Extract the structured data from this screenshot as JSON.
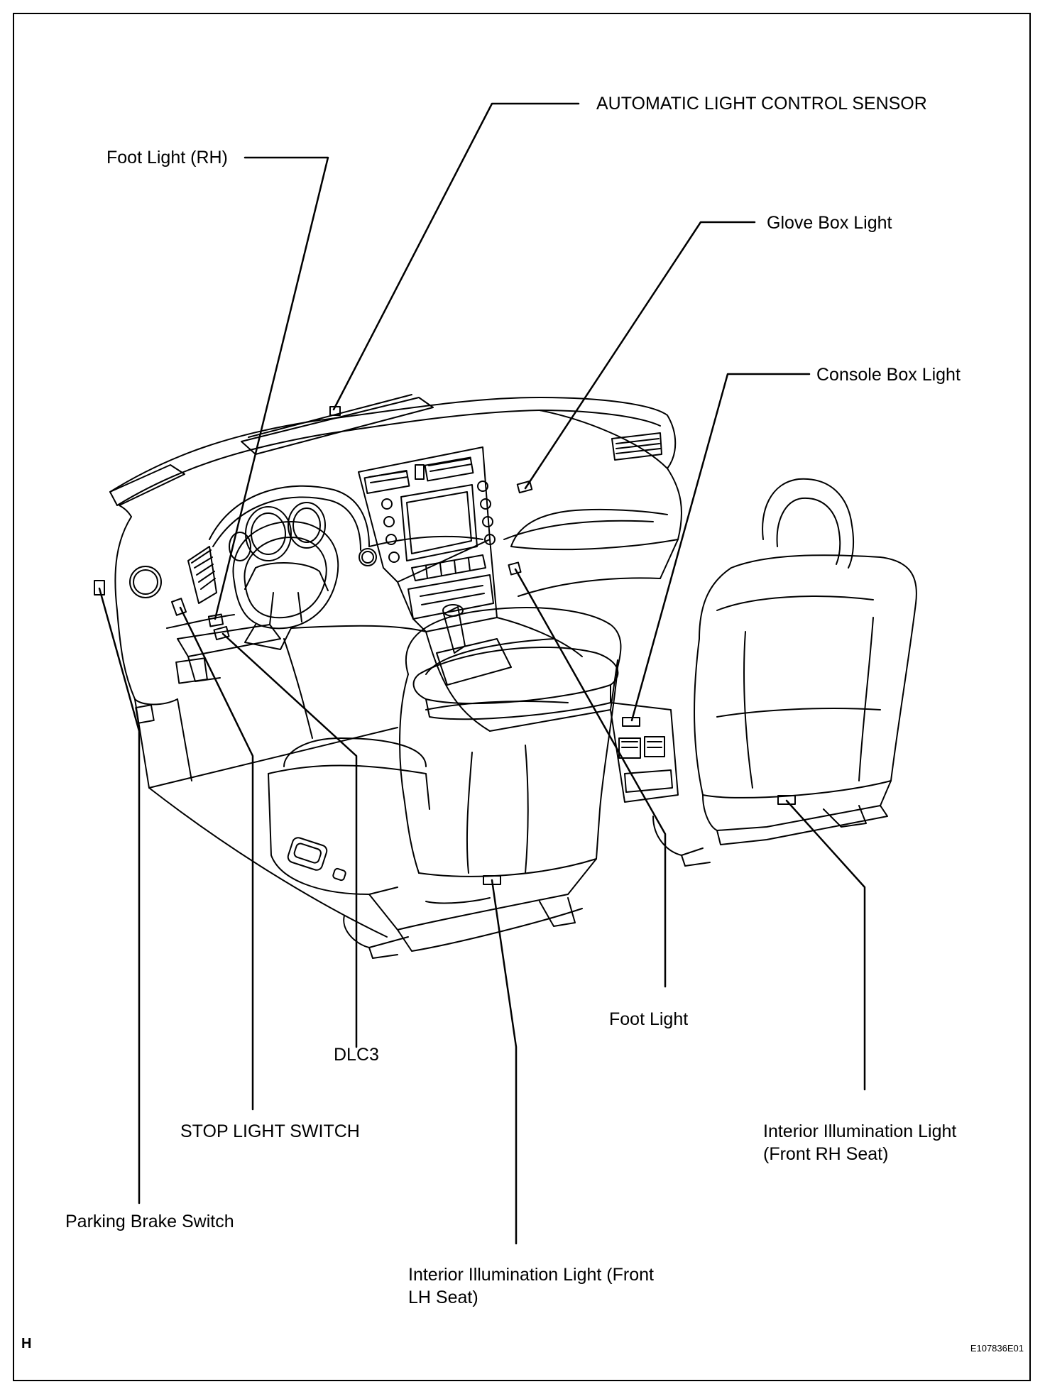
{
  "labels": {
    "automatic_light_control_sensor": "AUTOMATIC LIGHT CONTROL SENSOR",
    "foot_light_rh": "Foot Light (RH)",
    "glove_box_light": "Glove Box Light",
    "console_box_light": "Console Box Light",
    "foot_light": "Foot Light",
    "dlc3": "DLC3",
    "stop_light_switch": "STOP LIGHT SWITCH",
    "interior_illumination_rh_line1": "Interior Illumination Light",
    "interior_illumination_rh_line2": "(Front RH Seat)",
    "parking_brake_switch": "Parking Brake Switch",
    "interior_illumination_lh_line1": "Interior Illumination Light (Front",
    "interior_illumination_lh_line2": "LH Seat)"
  },
  "corner_letter": "H",
  "figure_id": "E107836E01"
}
